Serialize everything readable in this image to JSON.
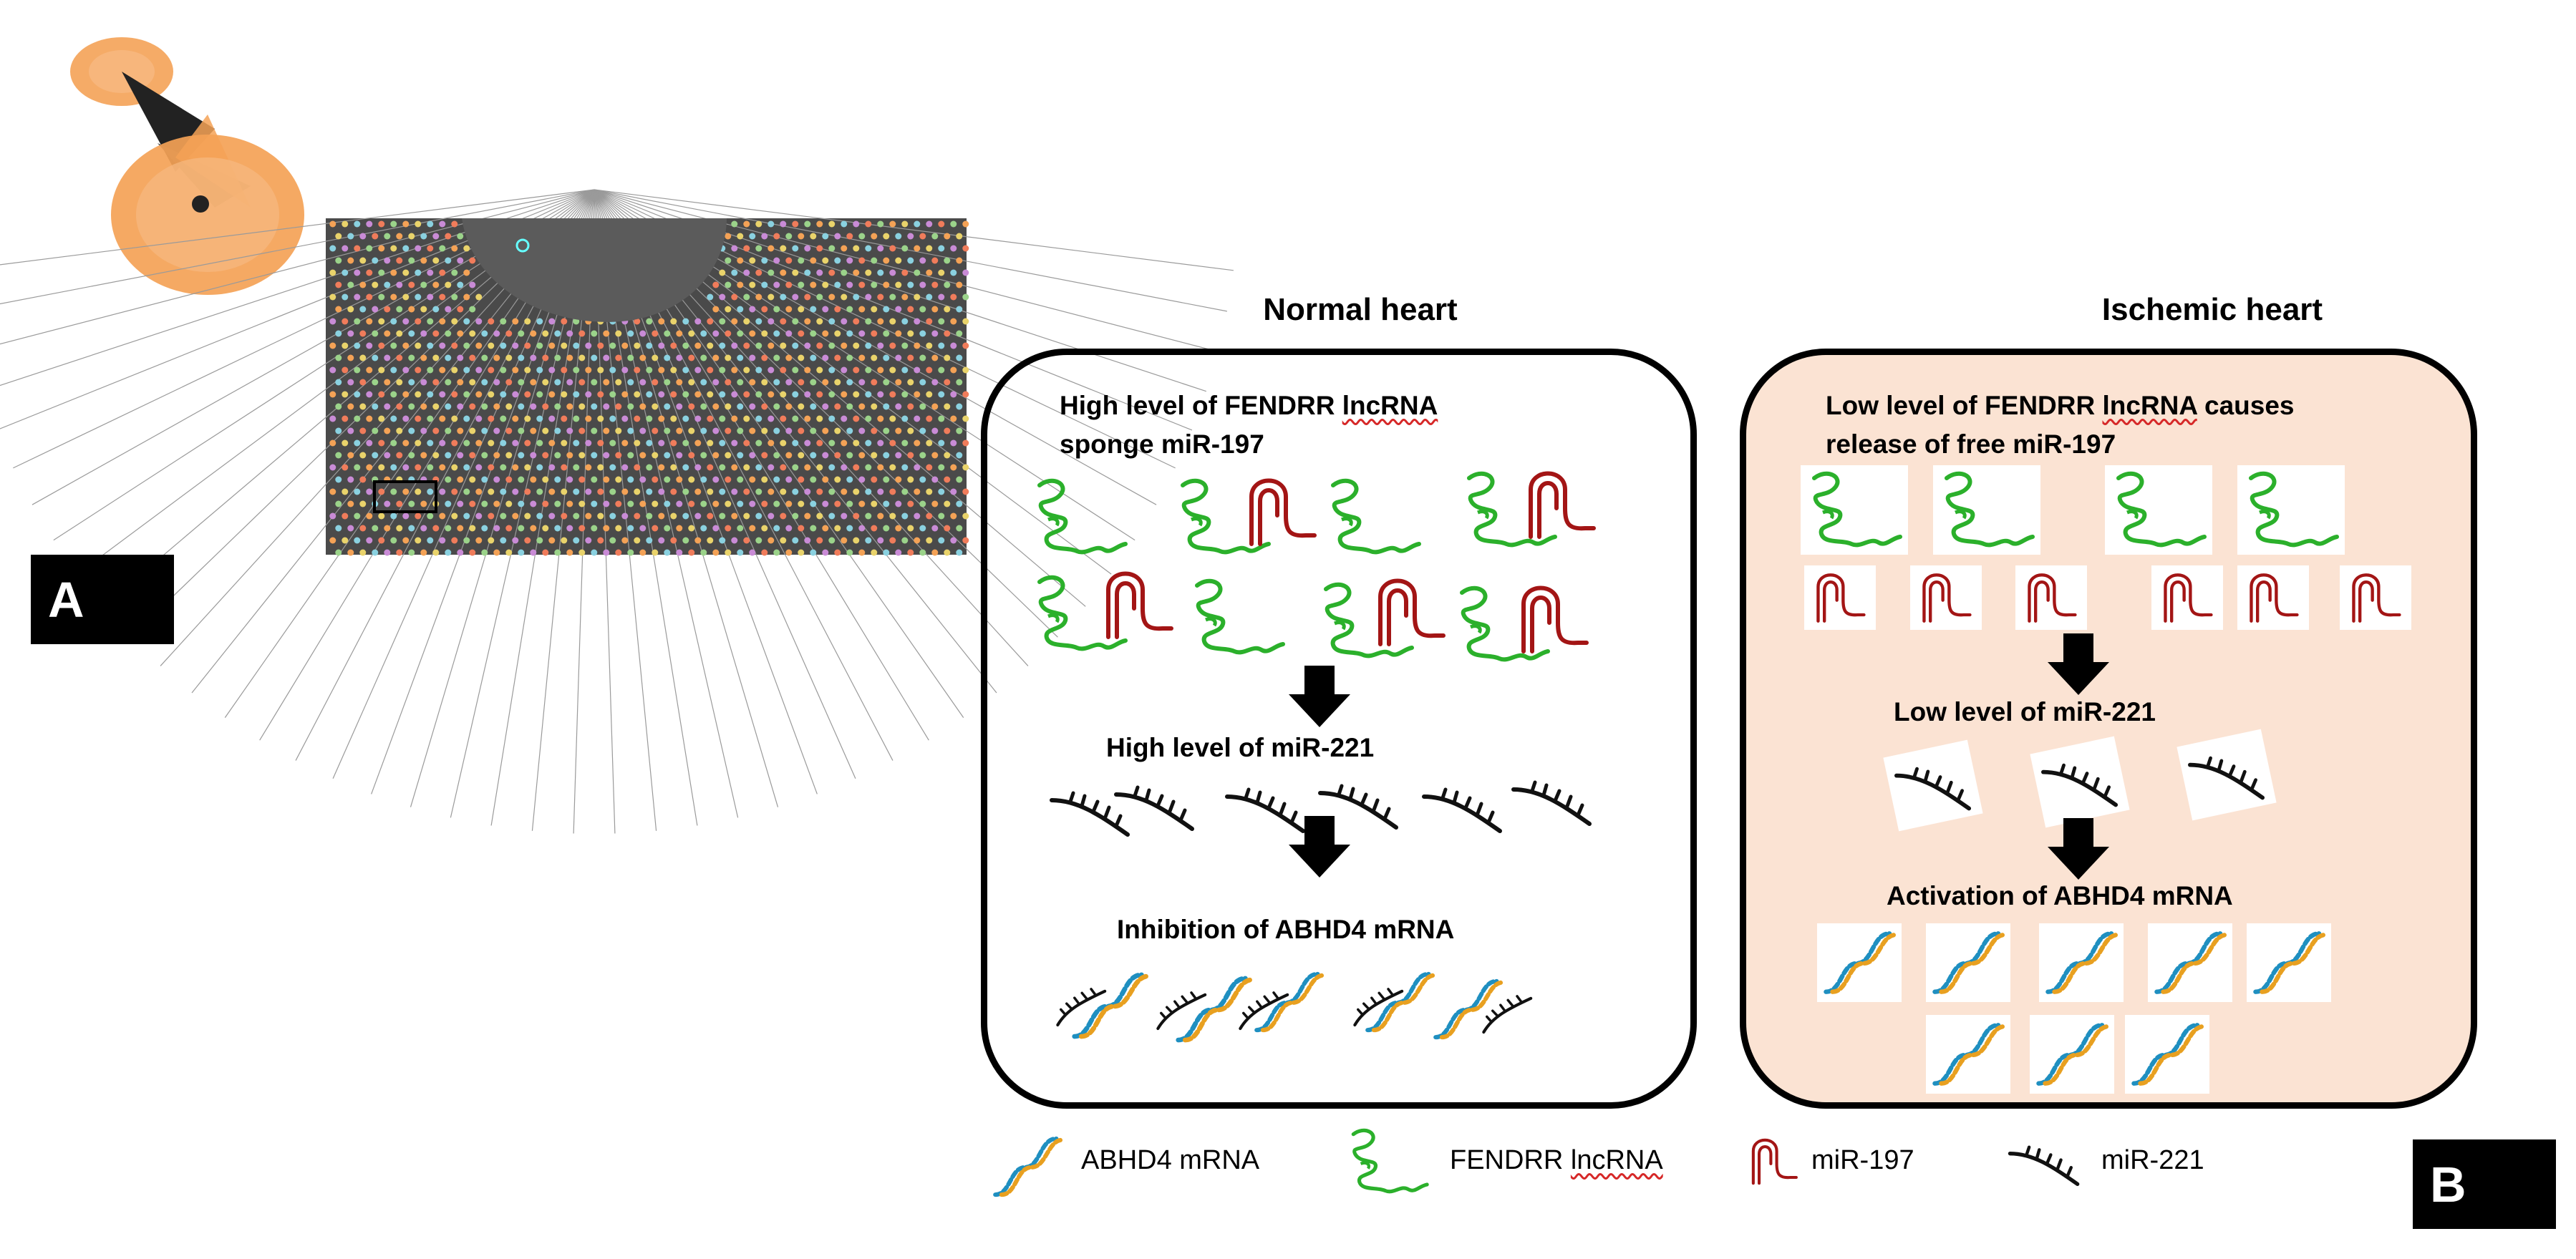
{
  "panel_a": {
    "tag": "A"
  },
  "panel_b": {
    "tag": "B",
    "normal": {
      "heading": "Normal heart",
      "label1_line1": "High level of FENDRR ",
      "label1_lnc": "lncRNA",
      "label1_line2": "sponge miR-197",
      "label2": "High level of miR-221",
      "label3": "Inhibition of ABHD4 mRNA"
    },
    "ischemic": {
      "heading": "Ischemic heart",
      "label1_line1a": "Low level of FENDRR ",
      "label1_lnc": "lncRNA",
      "label1_line1b": " causes",
      "label1_line2": "release of free miR-197",
      "label2": "Low level of miR-221",
      "label3": "Activation of ABHD4 mRNA",
      "bg_color": "#fbe3d3"
    },
    "legend": {
      "abhd4": "ABHD4 mRNA",
      "fendrr_a": "FENDRR ",
      "fendrr_lnc": "lncRNA",
      "mir197": "miR-197",
      "mir221": "miR-221"
    }
  },
  "colors": {
    "lncrna_green": "#2bb02b",
    "mir197_red": "#a31515",
    "mrna_blue": "#1f8fc0",
    "mrna_orange": "#e8a020",
    "network_orange": "#f4a256"
  }
}
